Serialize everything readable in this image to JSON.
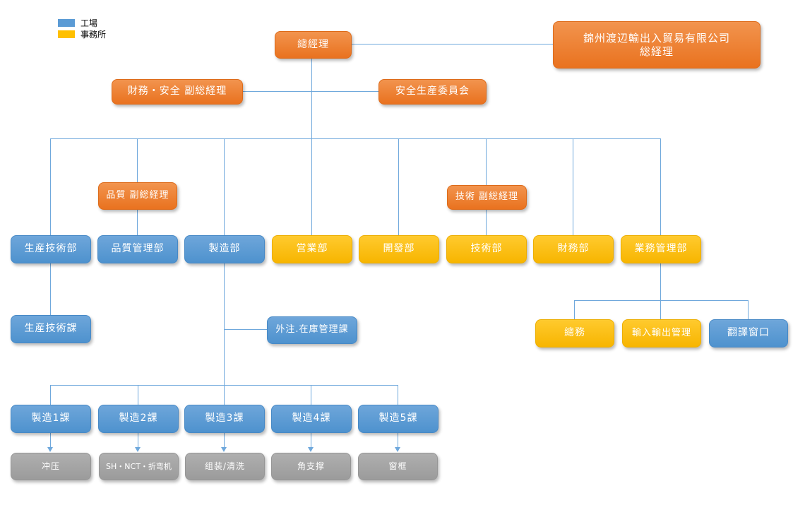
{
  "legend": {
    "items": [
      {
        "label": "工場",
        "color": "#5B9BD5"
      },
      {
        "label": "事務所",
        "color": "#FFC000"
      }
    ]
  },
  "colors": {
    "factory_blue": "#5B9BD5",
    "office_yellow": "#FFC000",
    "executive_orange": "#ED7D31",
    "process_gray": "#A5A5A5",
    "connector": "#6FA8DC"
  },
  "nodes": {
    "gm": {
      "label": "總經理"
    },
    "company": {
      "line1": "錦州渡辺輸出入貿易有限公司",
      "line2": "総経理"
    },
    "finance_safety_vgm": {
      "label": "財務・安全 副総経理"
    },
    "safety_committee": {
      "label": "安全生産委員会"
    },
    "quality_vgm": {
      "label": "品質 副総経理"
    },
    "tech_vgm": {
      "label": "技術 副総経理"
    },
    "prod_tech_dept": {
      "label": "生産技術部"
    },
    "quality_dept": {
      "label": "品質管理部"
    },
    "mfg_dept": {
      "label": "製造部"
    },
    "sales_dept": {
      "label": "営業部"
    },
    "dev_dept": {
      "label": "開發部"
    },
    "tech_dept": {
      "label": "技術部"
    },
    "finance_dept": {
      "label": "財務部"
    },
    "biz_admin_dept": {
      "label": "業務管理部"
    },
    "prod_tech_sec": {
      "label": "生産技術課"
    },
    "outsourcing_sec": {
      "label": "外注.在庫管理課"
    },
    "general_affairs": {
      "label": "總務"
    },
    "import_export": {
      "label": "輸入輸出管理"
    },
    "translation": {
      "label": "翻譯窗口"
    },
    "mfg1": {
      "label": "製造1課"
    },
    "mfg2": {
      "label": "製造2課"
    },
    "mfg3": {
      "label": "製造3課"
    },
    "mfg4": {
      "label": "製造4課"
    },
    "mfg5": {
      "label": "製造5課"
    },
    "stamping": {
      "label": "冲压"
    },
    "sh_nct_bending": {
      "label": "SH・NCT・折弯机"
    },
    "assembly_cleaning": {
      "label": "组装/清洗"
    },
    "corner_support": {
      "label": "角支撑"
    },
    "window_frame": {
      "label": "窗框"
    }
  }
}
